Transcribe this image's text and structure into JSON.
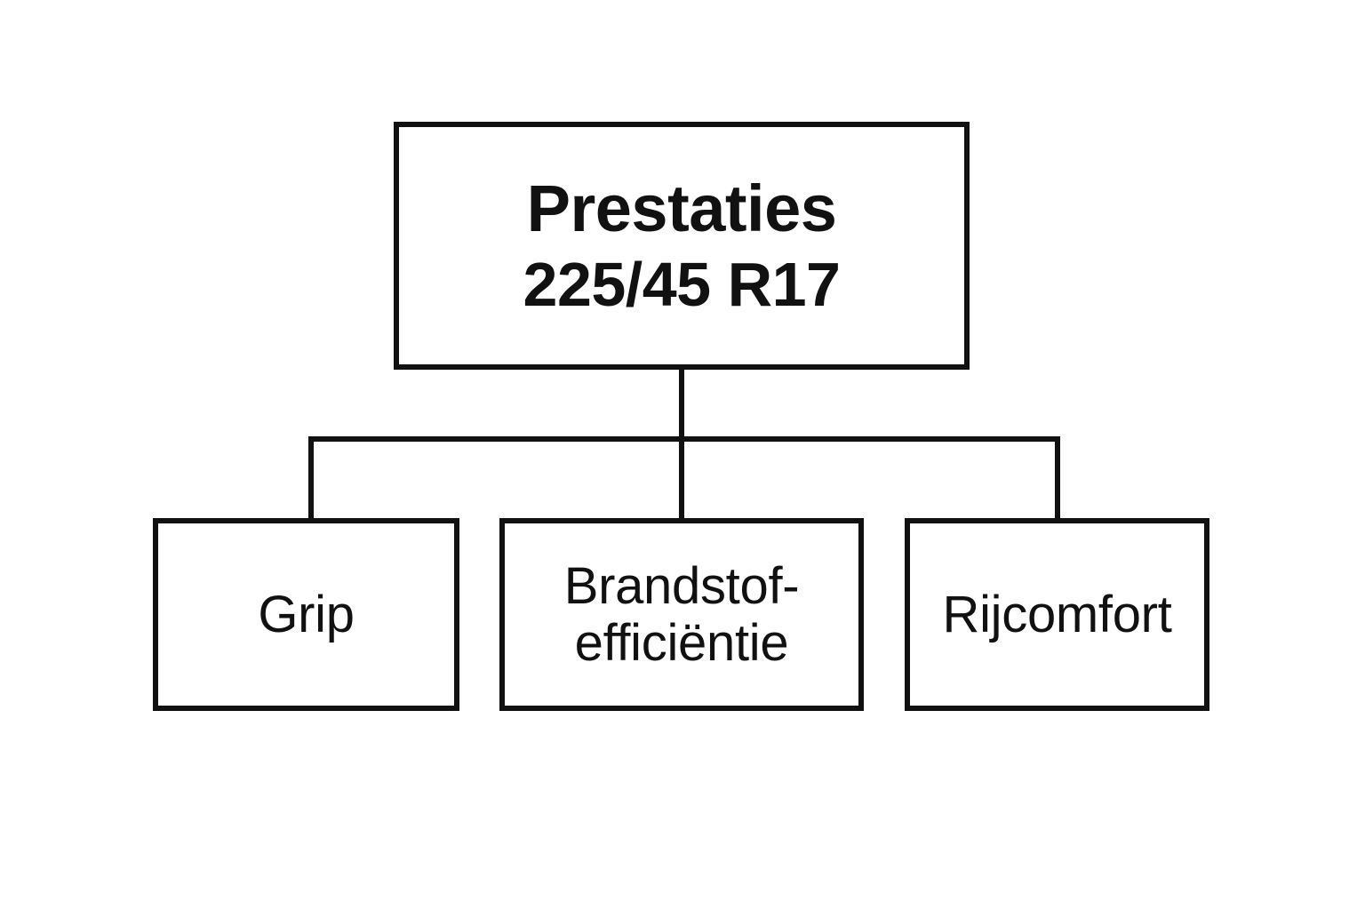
{
  "diagram": {
    "type": "hierarchy-tree",
    "orientation": "top-down",
    "background_color": "#ffffff",
    "stroke_color": "#111111",
    "text_color": "#111111",
    "root": {
      "title": "Prestaties",
      "subtitle": "225/45 R17"
    },
    "children": [
      {
        "label": "Grip"
      },
      {
        "label": "Brandstof-\nefficiëntie"
      },
      {
        "label": "Rijcomfort"
      }
    ],
    "children_labels": {
      "child_0": "Grip",
      "child_1_line_1": "Brandstof-",
      "child_1_line_2": "efficiëntie",
      "child_2": "Rijcomfort"
    }
  }
}
